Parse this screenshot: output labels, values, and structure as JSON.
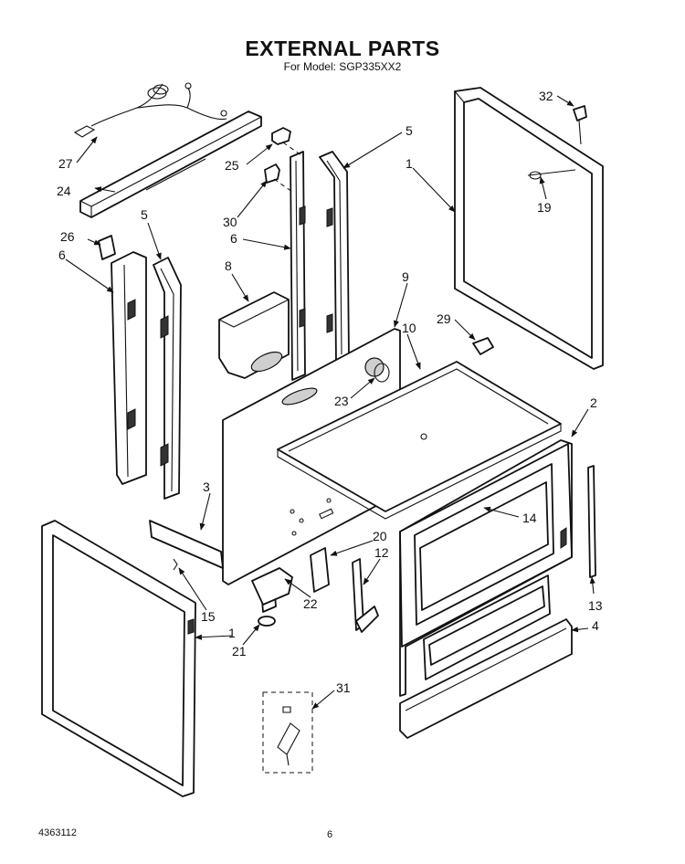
{
  "header": {
    "title": "EXTERNAL PARTS",
    "subtitle": "For Model: SGP335XX2"
  },
  "footer": {
    "doc_number": "4363112",
    "page_number": "6"
  },
  "callouts": [
    "1",
    "1",
    "2",
    "3",
    "4",
    "5",
    "5",
    "6",
    "6",
    "8",
    "9",
    "10",
    "12",
    "13",
    "14",
    "15",
    "19",
    "20",
    "21",
    "22",
    "23",
    "24",
    "25",
    "26",
    "27",
    "29",
    "30",
    "31",
    "32"
  ]
}
